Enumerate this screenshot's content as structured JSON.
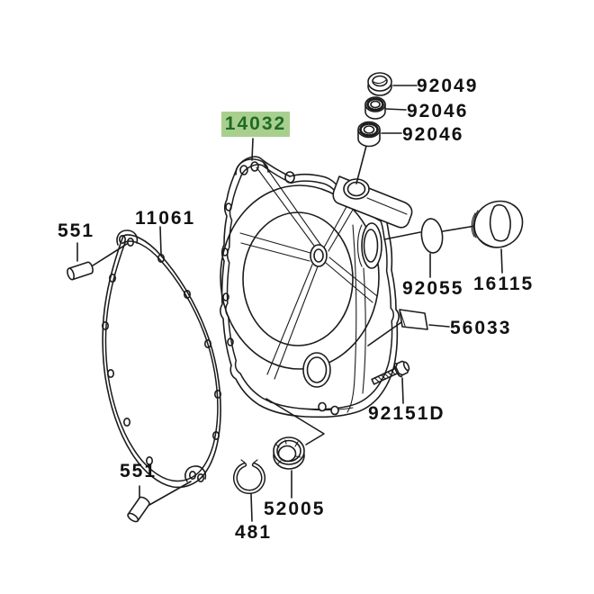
{
  "diagram": {
    "type": "exploded-parts-diagram",
    "highlighted_part": "14032",
    "colors": {
      "background": "#ffffff",
      "line": "#1c1c1c",
      "highlight_bg": "#a9cf8f",
      "highlight_text": "#1d6b26"
    },
    "labels": {
      "seal": "92049",
      "bearing_upper": "92046",
      "bearing_lower": "92046",
      "cover": "14032",
      "dowel_top": "551",
      "gasket": "11061",
      "oring": "92055",
      "cap": "16115",
      "plate": "56033",
      "bolt": "92151D",
      "sight_glass": "52005",
      "circlip": "481",
      "dowel_bottom": "551"
    }
  }
}
